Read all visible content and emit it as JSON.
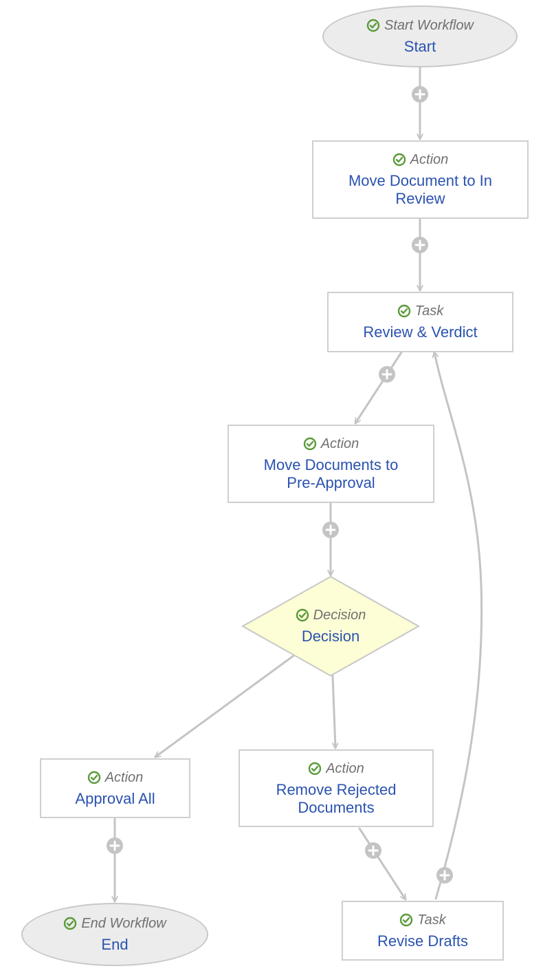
{
  "colors": {
    "link_text": "#2a52b0",
    "type_text": "#707070",
    "connector": "#c4c4c4",
    "box_border": "#cfcfcf",
    "oval_fill": "#ececec",
    "decision_fill": "#fdfdd6",
    "check_green": "#5a9a3a"
  },
  "nodes": {
    "start": {
      "type": "Start Workflow",
      "title": "Start",
      "icon": "check-circle-icon"
    },
    "move_in_review": {
      "type": "Action",
      "title": "Move Document to In Review",
      "icon": "check-circle-icon"
    },
    "review_verdict": {
      "type": "Task",
      "title": "Review & Verdict",
      "icon": "check-circle-icon"
    },
    "move_pre_approval": {
      "type": "Action",
      "title": "Move Documents to Pre-Approval",
      "icon": "check-circle-icon"
    },
    "decision": {
      "type": "Decision",
      "title": "Decision",
      "icon": "check-circle-icon"
    },
    "approval_all": {
      "type": "Action",
      "title": "Approval All",
      "icon": "check-circle-icon"
    },
    "remove_rejected": {
      "type": "Action",
      "title": "Remove Rejected Documents",
      "icon": "check-circle-icon"
    },
    "end": {
      "type": "End Workflow",
      "title": "End",
      "icon": "check-circle-icon"
    },
    "revise_drafts": {
      "type": "Task",
      "title": "Revise Drafts",
      "icon": "check-circle-icon"
    }
  },
  "add_step_icon": "plus-circle-icon"
}
